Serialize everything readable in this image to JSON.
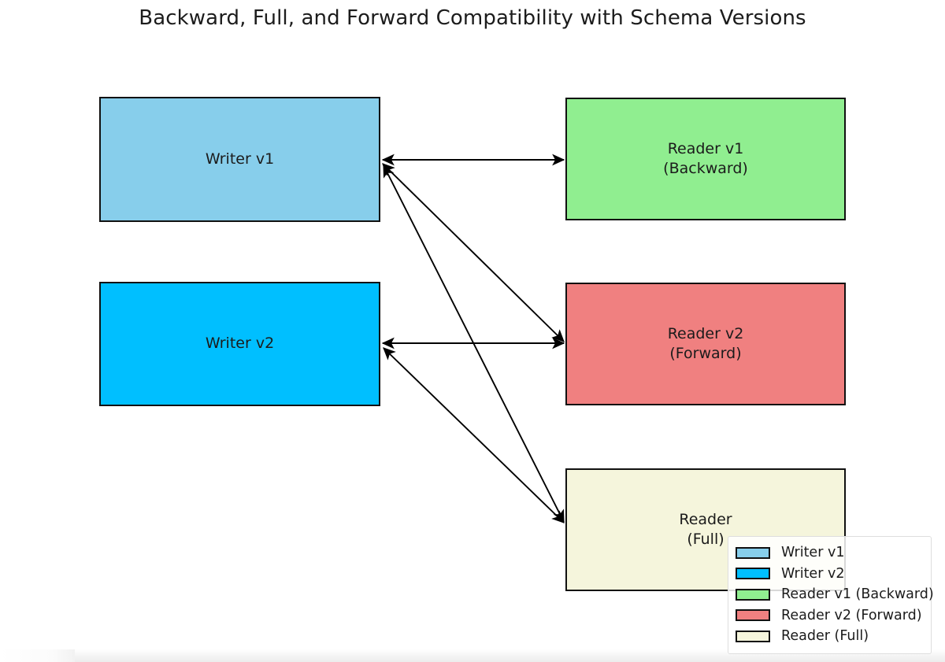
{
  "title": "Backward, Full, and Forward Compatibility with Schema Versions",
  "colors": {
    "writer_v1": "#87CEEB",
    "writer_v2": "#00BFFF",
    "reader_v1_backward": "#90EE90",
    "reader_v2_forward": "#F08080",
    "reader_full": "#F5F5DC",
    "edge": "#000000",
    "node_border": "#111111",
    "background": "#FFFFFF"
  },
  "nodes": [
    {
      "id": "writer_v1",
      "label": "Writer v1",
      "color_key": "writer_v1"
    },
    {
      "id": "writer_v2",
      "label": "Writer v2",
      "color_key": "writer_v2"
    },
    {
      "id": "reader_v1",
      "label": "Reader v1\n(Backward)",
      "color_key": "reader_v1_backward"
    },
    {
      "id": "reader_v2",
      "label": "Reader v2\n(Forward)",
      "color_key": "reader_v2_forward"
    },
    {
      "id": "reader_full",
      "label": "Reader\n(Full)",
      "color_key": "reader_full"
    }
  ],
  "edges": [
    {
      "from": "writer_v1",
      "to": "reader_v1",
      "arrows": "both"
    },
    {
      "from": "writer_v1",
      "to": "reader_v2",
      "arrows": "both"
    },
    {
      "from": "writer_v1",
      "to": "reader_full",
      "arrows": "both"
    },
    {
      "from": "writer_v2",
      "to": "reader_v2",
      "arrows": "both"
    },
    {
      "from": "writer_v2",
      "to": "reader_full",
      "arrows": "both"
    }
  ],
  "legend": {
    "items": [
      {
        "label": "Writer v1",
        "color_key": "writer_v1"
      },
      {
        "label": "Writer v2",
        "color_key": "writer_v2"
      },
      {
        "label": "Reader v1 (Backward)",
        "color_key": "reader_v1_backward"
      },
      {
        "label": "Reader v2 (Forward)",
        "color_key": "reader_v2_forward"
      },
      {
        "label": "Reader (Full)",
        "color_key": "reader_full"
      }
    ]
  }
}
